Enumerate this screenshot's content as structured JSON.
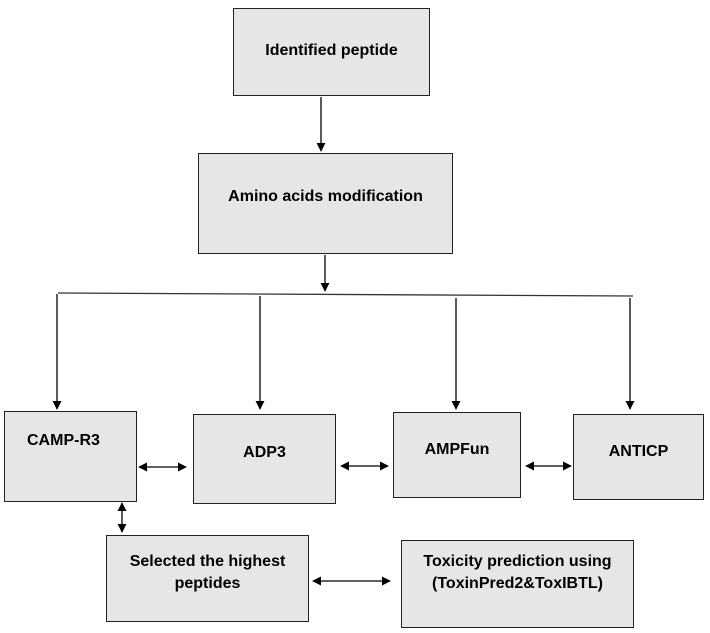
{
  "boxes": {
    "identified_peptide": "Identified peptide",
    "amino_acids_modification": "Amino acids modification",
    "camp_r3": "CAMP-R3",
    "adp3": "ADP3",
    "ampfun": "AMPFun",
    "anticp": "ANTICP",
    "selected": "Selected the highest peptides",
    "toxicity": "Toxicity prediction using (ToxinPred2&ToxIBTL)"
  },
  "colors": {
    "box_fill": "#e6e6e6",
    "box_border": "#222222",
    "arrow": "#000000"
  }
}
